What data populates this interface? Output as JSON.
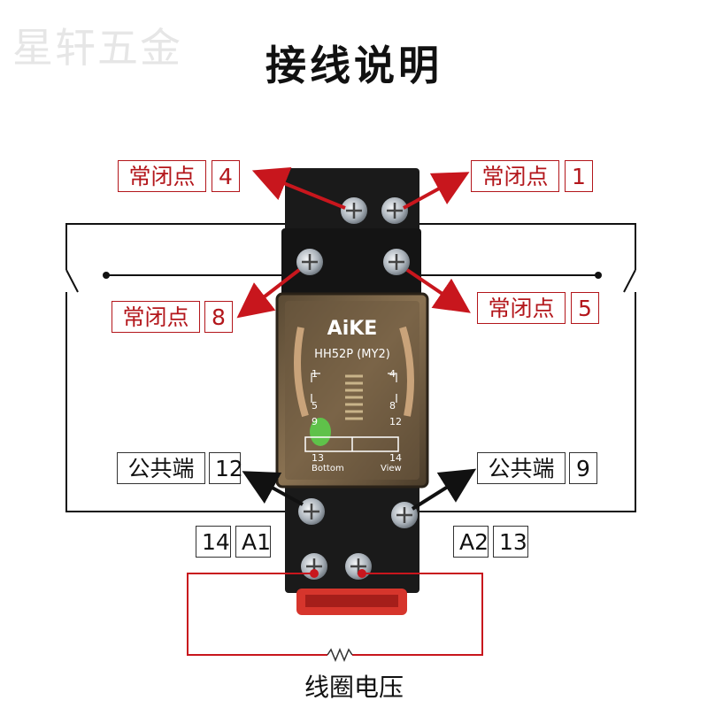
{
  "watermark": "星轩五金",
  "title": "接线说明",
  "labels": {
    "nc4": {
      "name": "常闭点",
      "num": "4"
    },
    "nc1": {
      "name": "常闭点",
      "num": "1"
    },
    "nc8": {
      "name": "常闭点",
      "num": "8"
    },
    "nc5": {
      "name": "常闭点",
      "num": "5"
    },
    "com12": {
      "name": "公共端",
      "num": "12"
    },
    "com9": {
      "name": "公共端",
      "num": "9"
    },
    "a1": {
      "num": "14",
      "name": "A1"
    },
    "a2": {
      "name": "A2",
      "num": "13"
    }
  },
  "coil_label": "线圈电压",
  "relay": {
    "brand": "AiKE",
    "model": "HH52P (MY2)",
    "pins_left": [
      "1",
      "5",
      "9",
      "13"
    ],
    "pins_right": [
      "4",
      "8",
      "12",
      "14"
    ],
    "bottom_text": "Bottom",
    "view_text": "View"
  },
  "colors": {
    "red": "#c8161d",
    "black": "#111111",
    "base": "#1a1a1a"
  }
}
